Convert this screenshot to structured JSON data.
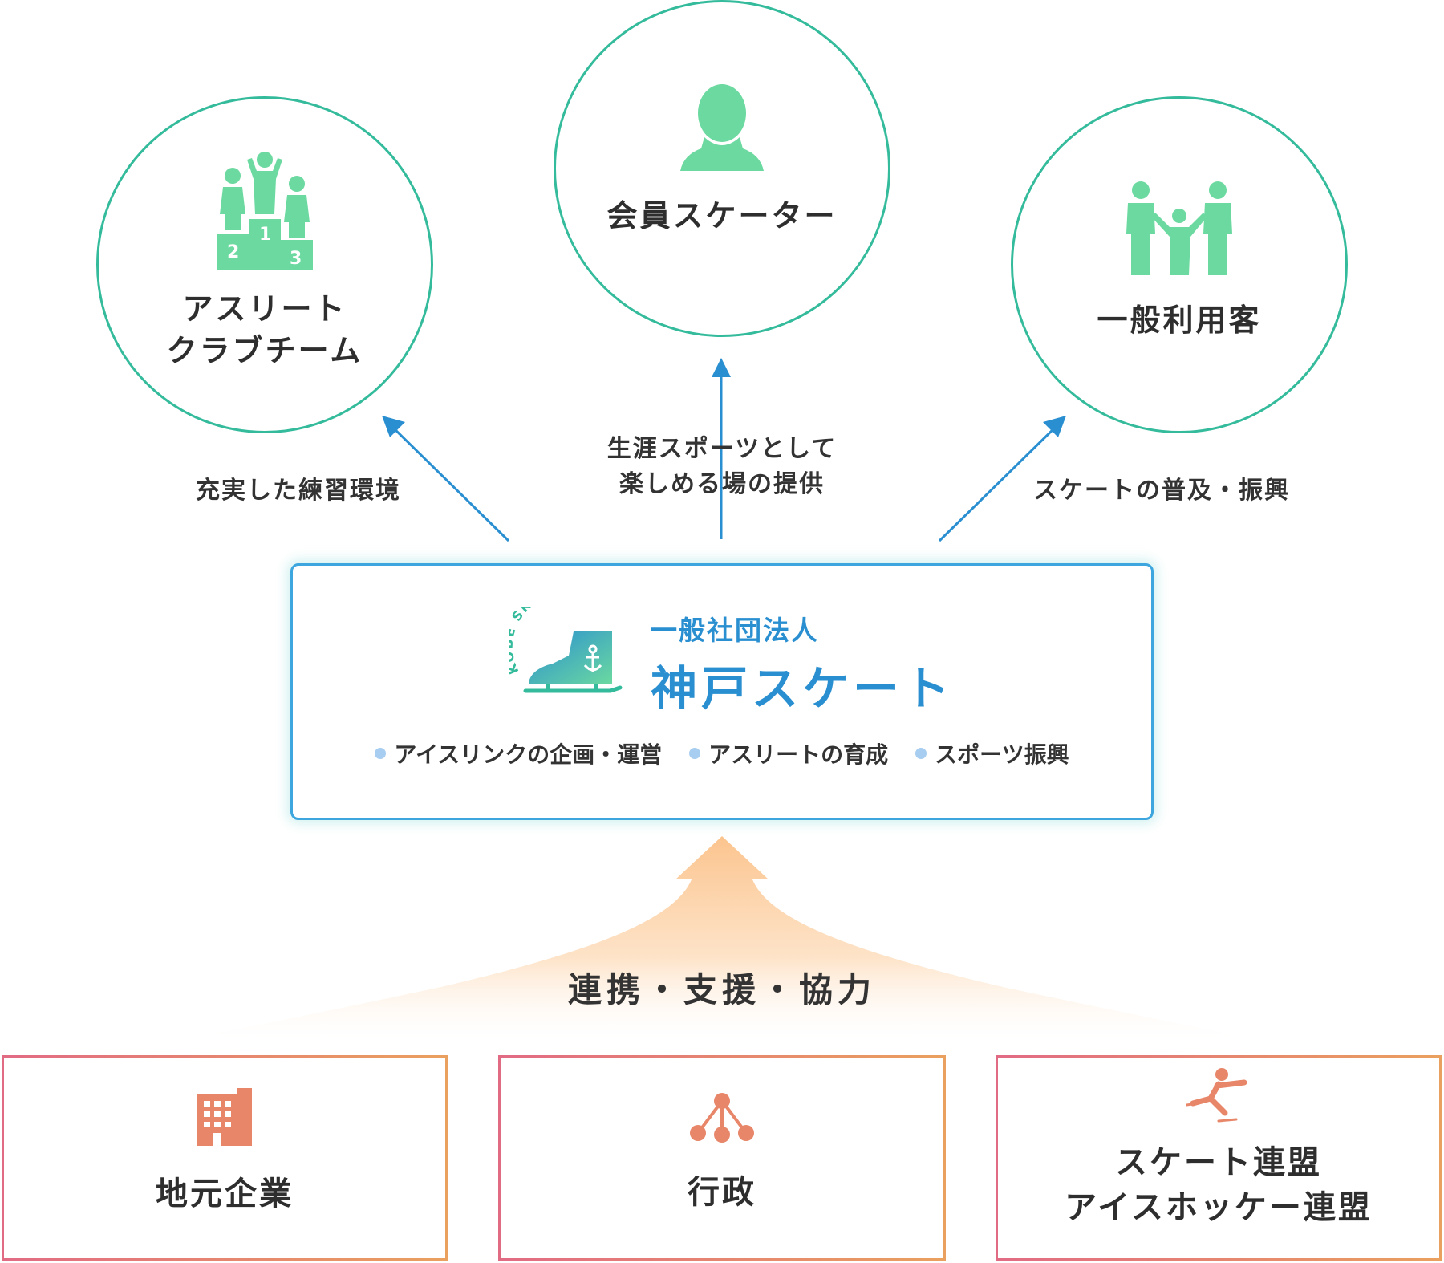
{
  "beneficiaries": {
    "athlete": {
      "label_line1": "アスリート",
      "label_line2": "クラブチーム",
      "icon": "podium-icon"
    },
    "member": {
      "label": "会員スケーター",
      "icon": "person-icon"
    },
    "general": {
      "label": "一般利用客",
      "icon": "family-icon"
    }
  },
  "arrows": {
    "left_caption": "充実した練習環境",
    "center_caption_line1": "生涯スポーツとして",
    "center_caption_line2": "楽しめる場の提供",
    "right_caption": "スケートの普及・振興"
  },
  "organization": {
    "logo_text": "KOBE SKATE",
    "type": "一般社団法人",
    "name": "神戸スケート",
    "activities": [
      "アイスリンクの企画・運営",
      "アスリートの育成",
      "スポーツ振興"
    ]
  },
  "support": {
    "label": "連携・支援・協力",
    "partners": [
      {
        "label": "地元企業",
        "icon": "building-icon"
      },
      {
        "label": "行政",
        "icon": "network-icon"
      },
      {
        "label_line1": "スケート連盟",
        "label_line2": "アイスホッケー連盟",
        "icon": "skater-icon"
      }
    ]
  },
  "colors": {
    "circle_border": "#34bb9c",
    "icon_green": "#6bd9a0",
    "arrow_blue": "#2a8fd0",
    "org_blue": "#2a8fd0",
    "partner_icon": "#e8866a",
    "support_gradient": "#fcd4a8"
  }
}
